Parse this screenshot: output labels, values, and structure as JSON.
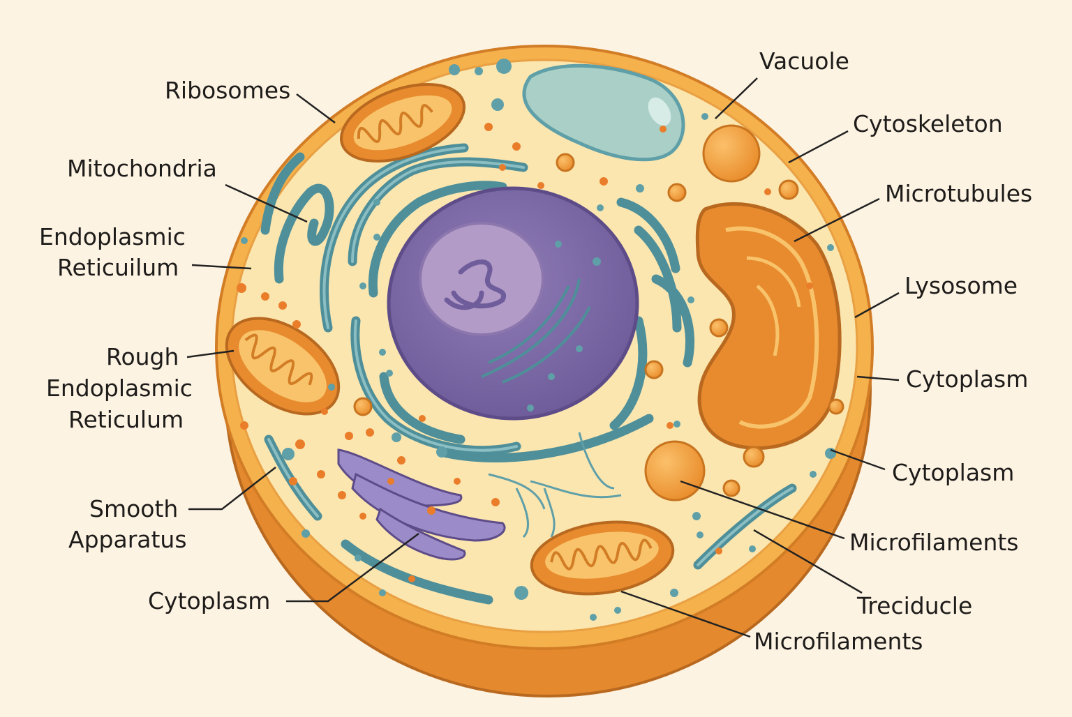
{
  "colors": {
    "background": "#fdf3e3",
    "cell_membrane": "#f0a53a",
    "cytoplasm": "#fbe6b0",
    "nucleus": "#7e6aa6",
    "nucleolus": "#b29bc7",
    "endoplasmic_reticulum": "#5f9fa8",
    "mitochondria": "#e88a2e",
    "vacuole": "#a9cfc7",
    "golgi": "#8f7fbf"
  },
  "icons": [
    "cell-diagram-icon"
  ],
  "labels": {
    "ribosomes": "Ribosomes",
    "mitochondria": "Mitochondria",
    "endoplasmic_1": "Endoplasmic",
    "reticulum_1": "Reticuilum",
    "rough": "Rough",
    "endoplasmic_2": "Endoplasmic",
    "reticulum_2": "Reticulum",
    "smooth": "Smooth",
    "apparatus": "Apparatus",
    "cytoplasm_left": "Cytoplasm",
    "vacuole": "Vacuole",
    "cytoskeleton": "Cytoskeleton",
    "microtubules": "Microtubules",
    "lysosome": "Lysosome",
    "cytoplasm_right_1": "Cytoplasm",
    "cytoplasm_right_2": "Cytoplasm",
    "microfilaments_1": "Microfilaments",
    "treciducle": "Treciducle",
    "microfilaments_2": "Microfilaments"
  }
}
